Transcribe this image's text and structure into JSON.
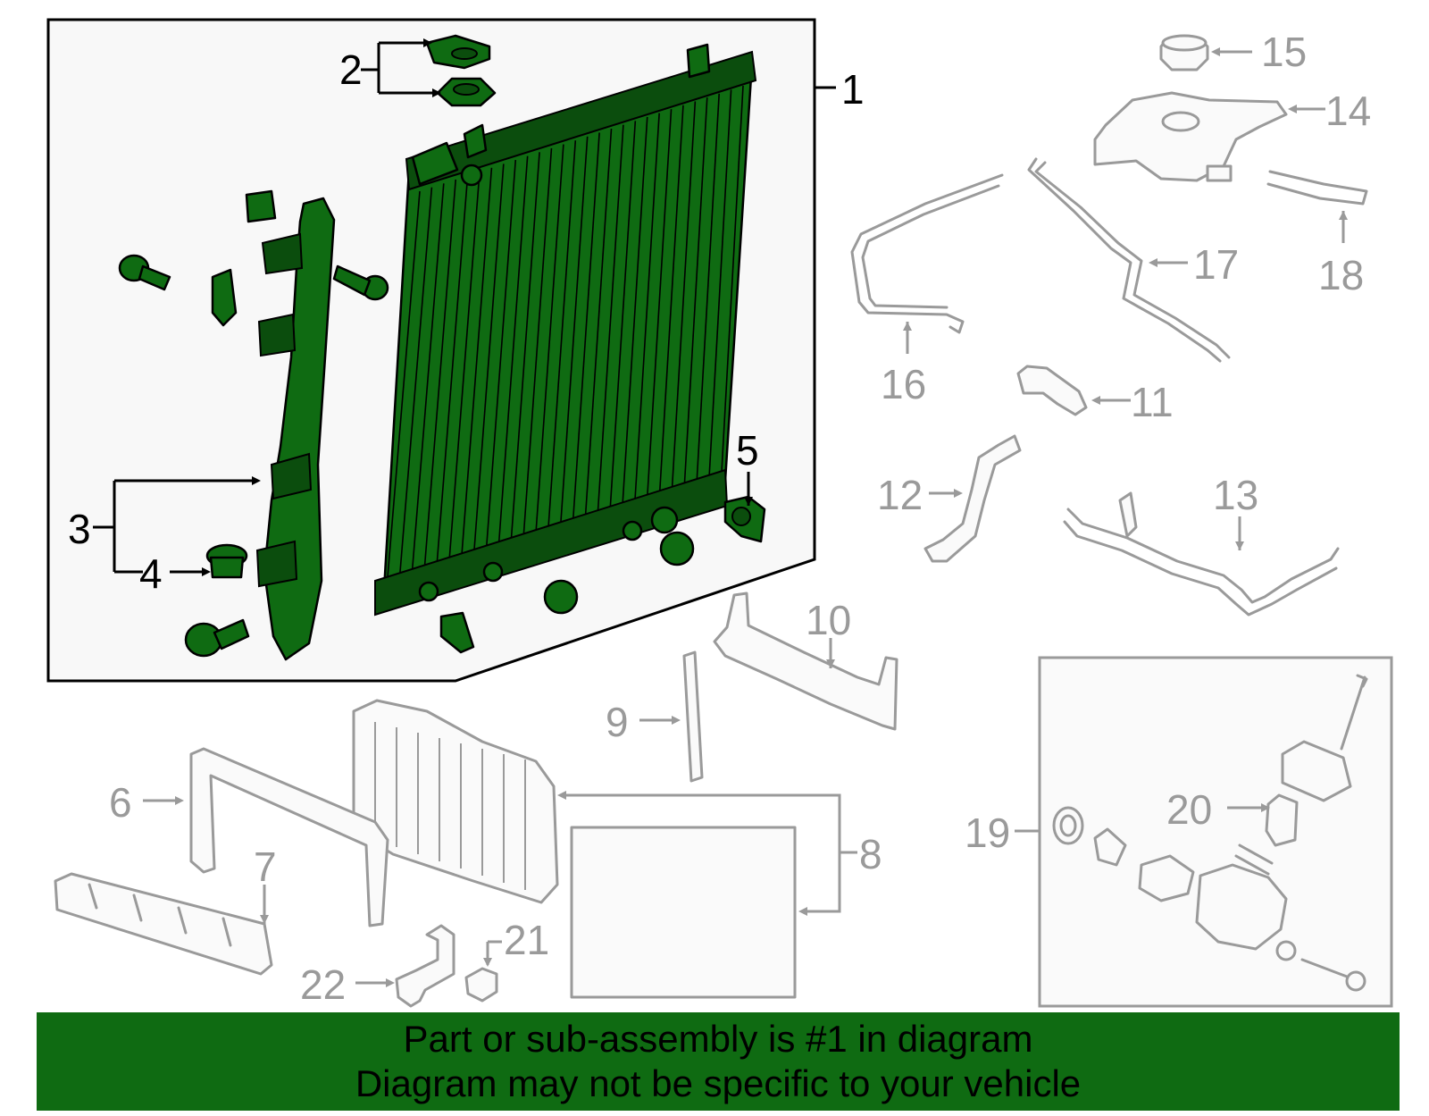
{
  "callouts": {
    "c1": "1",
    "c2": "2",
    "c3": "3",
    "c4": "4",
    "c5": "5",
    "c6": "6",
    "c7": "7",
    "c8": "8",
    "c9": "9",
    "c10": "10",
    "c11": "11",
    "c12": "12",
    "c13": "13",
    "c14": "14",
    "c15": "15",
    "c16": "16",
    "c17": "17",
    "c18": "18",
    "c19": "19",
    "c20": "20",
    "c21": "21",
    "c22": "22"
  },
  "banner": {
    "line1": "Part or sub-assembly is #1 in diagram",
    "line2": "Diagram may not be specific to your vehicle"
  },
  "colors": {
    "highlight": "#0f6b12",
    "muted": "#9a9a9a"
  },
  "icons": [
    "radiator-icon",
    "bracket-icon",
    "bolt-icon",
    "grommet-icon",
    "hose-icon",
    "reservoir-icon",
    "cap-icon",
    "thermostat-icon",
    "condenser-icon",
    "air-baffle-icon"
  ]
}
